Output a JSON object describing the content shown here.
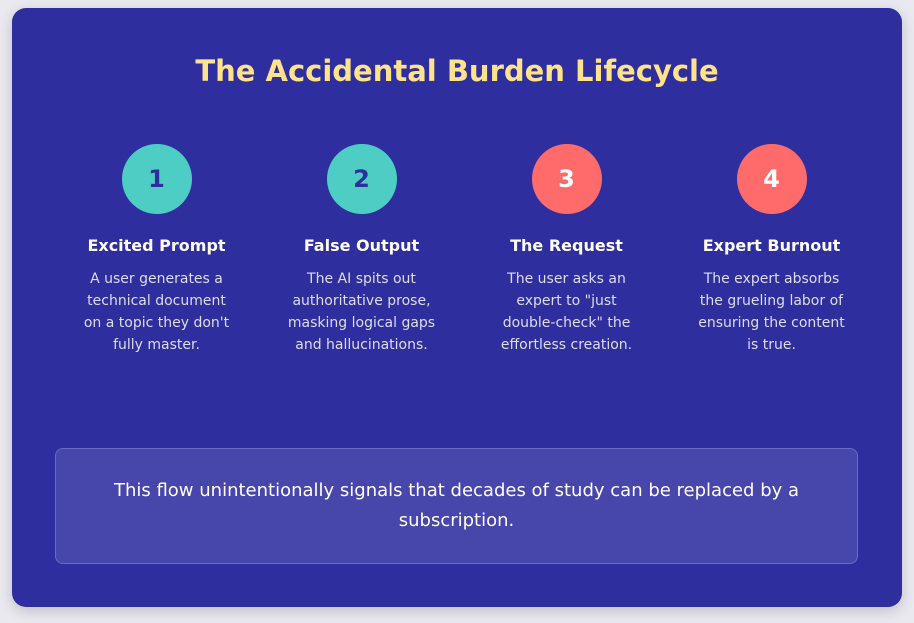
{
  "title": "The Accidental Burden Lifecycle",
  "steps": [
    {
      "number": "1",
      "title": "Excited Prompt",
      "description": "A user generates a technical document on a topic they don't fully master."
    },
    {
      "number": "2",
      "title": "False Output",
      "description": "The AI spits out authoritative prose, masking logical gaps and hallucinations."
    },
    {
      "number": "3",
      "title": "The Request",
      "description": "The user asks an expert to \"just double-check\" the effortless creation."
    },
    {
      "number": "4",
      "title": "Expert Burnout",
      "description": "The expert absorbs the grueling labor of ensuring the content is true."
    }
  ],
  "note": "This flow unintentionally signals that decades of study can be replaced by a subscription.",
  "colors": {
    "background": "#2e2e9e",
    "title": "#ffe28a",
    "teal": "#4ecdc4",
    "coral": "#ff6b6b"
  }
}
